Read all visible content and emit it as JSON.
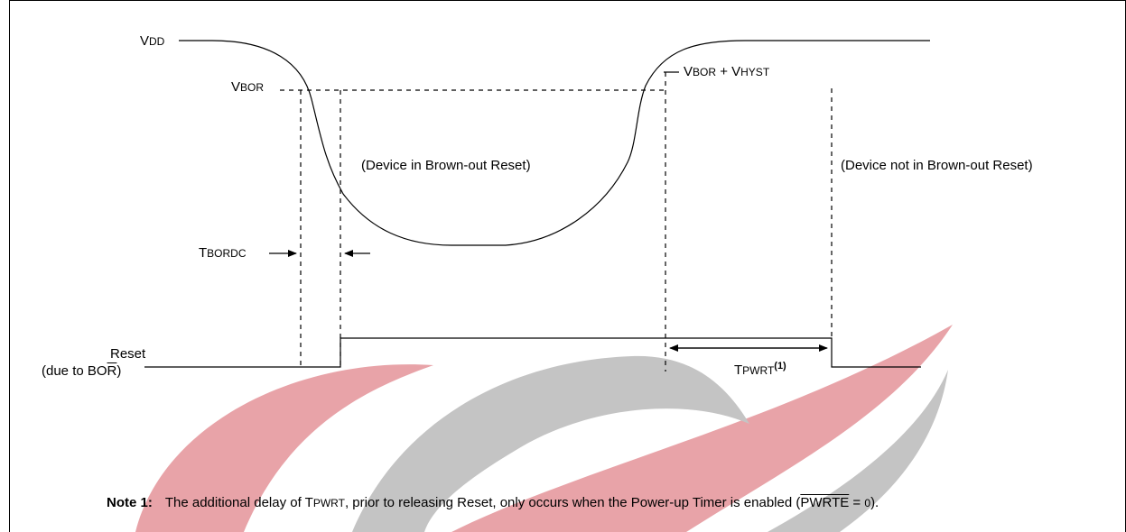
{
  "labels": {
    "vdd": {
      "main": "V",
      "sub": "DD"
    },
    "vbor": {
      "main": "V",
      "sub": "BOR"
    },
    "vbor_hyst": {
      "a": "V",
      "a_sub": "BOR",
      "plus": " + V",
      "b_sub": "HYST"
    },
    "in_reset": "(Device in Brown-out Reset)",
    "not_in_reset": "(Device not in Brown-out Reset)",
    "tbordc": {
      "main": "T",
      "sub": "BORDC"
    },
    "reset_line1": "Reset",
    "reset_line2_pre": "(due to B",
    "reset_line2_o": "O",
    "reset_line2_r": "R",
    "reset_line2_post": ")",
    "tpwrt": {
      "main": "T",
      "sub": "PWRT",
      "sup": "(1)"
    }
  },
  "note": {
    "label": "Note 1:",
    "text_pre": "The additional delay of T",
    "text_sub": "PWRT",
    "text_mid": ", prior to releasing Reset, only occurs when the Power-up Timer is enabled (",
    "text_ovl": "PWRTE",
    "text_eq": " = ",
    "text_val": "0",
    "text_post": ")."
  },
  "colors": {
    "watermark_red": "#e8a3a8",
    "watermark_gray": "#c4c4c4",
    "line": "#000000"
  }
}
